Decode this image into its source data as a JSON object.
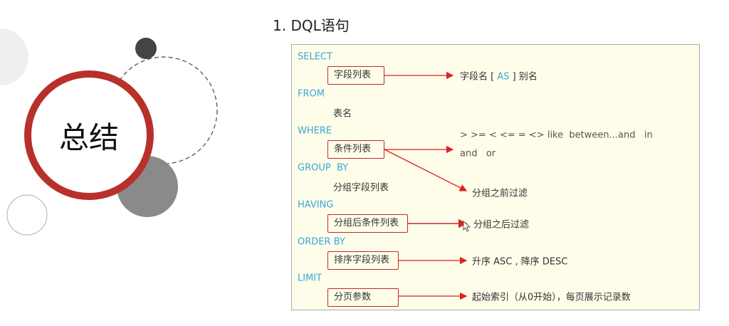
{
  "title": "1. DQL语句",
  "summary": "总结",
  "keywords": [
    "SELECT",
    "FROM",
    "WHERE",
    "GROUP  BY",
    "HAVING",
    "ORDER BY",
    "LIMIT"
  ],
  "boxes": [
    "字段列表",
    "条件列表",
    "分组后条件列表",
    "排序字段列表",
    "分页参数"
  ],
  "plain": [
    "表名",
    "分组字段列表"
  ],
  "notes": {
    "select_pre": "字段名 [ ",
    "select_as": "AS",
    "select_post": " ] 别名",
    "where_ops": "> >= < <= = <> like  between...and   in",
    "where_logic": "and   or",
    "where_before": "分组之前过滤",
    "having": "分组之后过滤",
    "order": "升序 ASC , 降序 DESC",
    "limit": "起始索引（从0开始），每页展示记录数"
  },
  "colors": {
    "keyword": "#3aa6d8",
    "box_border": "#c0282d",
    "arrow": "#e02020"
  }
}
